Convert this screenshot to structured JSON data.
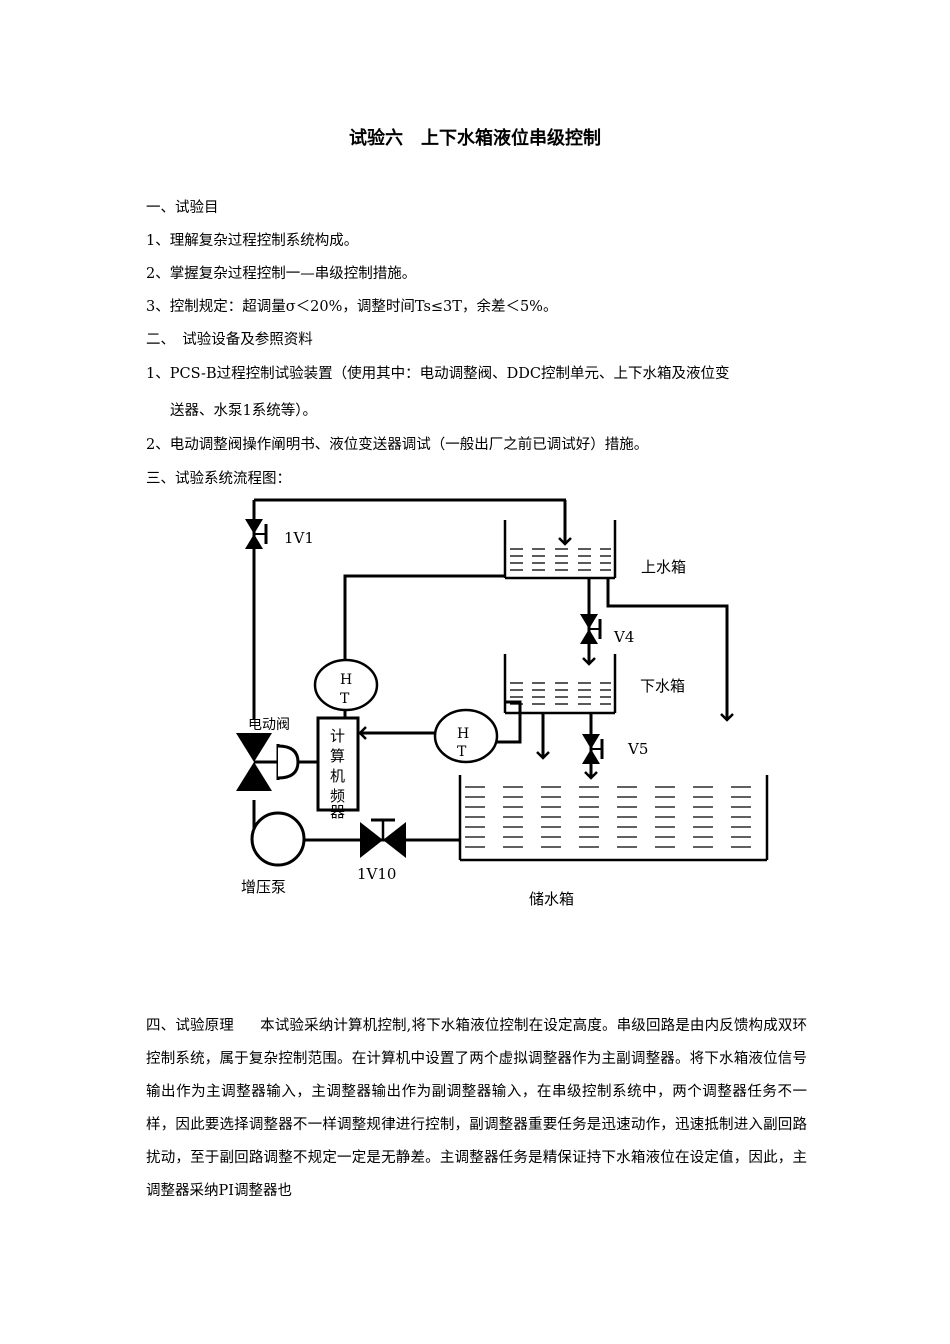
{
  "title": "试验六　上下水箱液位串级控制",
  "sections": {
    "s1_heading": "一、试验目",
    "s1_item1": "1、理解复杂过程控制系统构成。",
    "s1_item2": "2、掌握复杂过程控制一—串级控制措施。",
    "s1_item3": "3、控制规定：超调量σ＜20%，调整时间Ts≤3T，余差＜5%。",
    "s2_heading": "二、　试验设备及参照资料",
    "s2_item1_line1": "1、PCS-B过程控制试验装置（使用其中：电动调整阀、DDC控制单元、上下水箱及液位变",
    "s2_item1_line2": "送器、水泵1系统等）。",
    "s2_item2": "2、电动调整阀操作阐明书、液位变送器调试（一般出厂之前已调试好）措施。",
    "s3_heading": "三、试验系统流程图："
  },
  "diagram": {
    "label_1v1": "1V1",
    "label_upper_tank": "上水箱",
    "label_v4": "V4",
    "label_lower_tank": "下水箱",
    "label_v5": "V5",
    "label_electric_valve": "电动阀",
    "label_pump": "增压泵",
    "label_1v10": "1V10",
    "label_storage_tank": "储水箱",
    "ht1_line1": "H",
    "ht1_line2": "T",
    "ht2_line1": "H",
    "ht2_line2": "T",
    "computer_chars": [
      "计",
      "算",
      "机",
      "频",
      "器"
    ]
  },
  "principle": {
    "heading": "四、试验原理",
    "body": "本试验采纳计算机控制,将下水箱液位控制在设定高度。串级回路是由内反馈构成双环控制系统，属于复杂控制范围。在计算机中设置了两个虚拟调整器作为主副调整器。将下水箱液位信号输出作为主调整器输入，主调整器输出作为副调整器输入，在串级控制系统中，两个调整器任务不一样，因此要选择调整器不一样调整规律进行控制，副调整器重要任务是迅速动作，迅速抵制进入副回路扰动，至于副回路调整不规定一定是无静差。主调整器任务是精保证持下水箱液位在设定值，因此，主调整器采纳PI调整器也"
  }
}
